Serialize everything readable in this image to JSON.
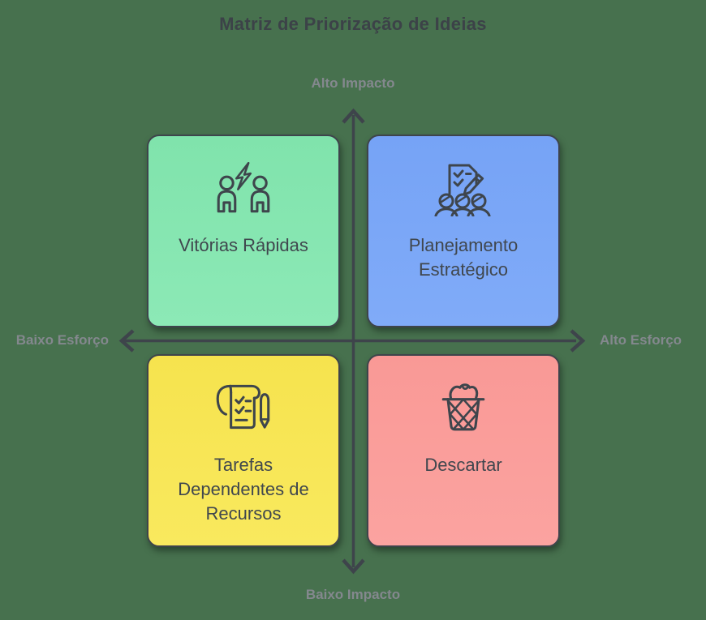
{
  "title": "Matriz de Priorização de Ideias",
  "axes": {
    "top": "Alto Impacto",
    "bottom": "Baixo Impacto",
    "left": "Baixo Esforço",
    "right": "Alto Esforço"
  },
  "quadrants": {
    "quick_wins": {
      "label": "Vitórias Rápidas",
      "icon": "people-lightning-icon",
      "fill": "#85e6b1",
      "position": "top-left"
    },
    "strategic_planning": {
      "label": "Planejamento Estratégico",
      "icon": "team-checklist-pencil-icon",
      "fill": "#7aa7f7",
      "position": "top-right"
    },
    "resource_dependent_tasks": {
      "label": "Tarefas Dependentes de Recursos",
      "icon": "scroll-checklist-pen-icon",
      "fill": "#f7e652",
      "position": "bottom-left"
    },
    "discard": {
      "label": "Descartar",
      "icon": "trash-bin-icon",
      "fill": "#fa9e9b",
      "position": "bottom-right"
    }
  },
  "colors": {
    "background": "#47714e",
    "title_text": "#3c4248",
    "axis_label_text": "#84888e",
    "arrow": "#3e444b",
    "card_border": "#3e444b",
    "card_text": "#40474e"
  }
}
